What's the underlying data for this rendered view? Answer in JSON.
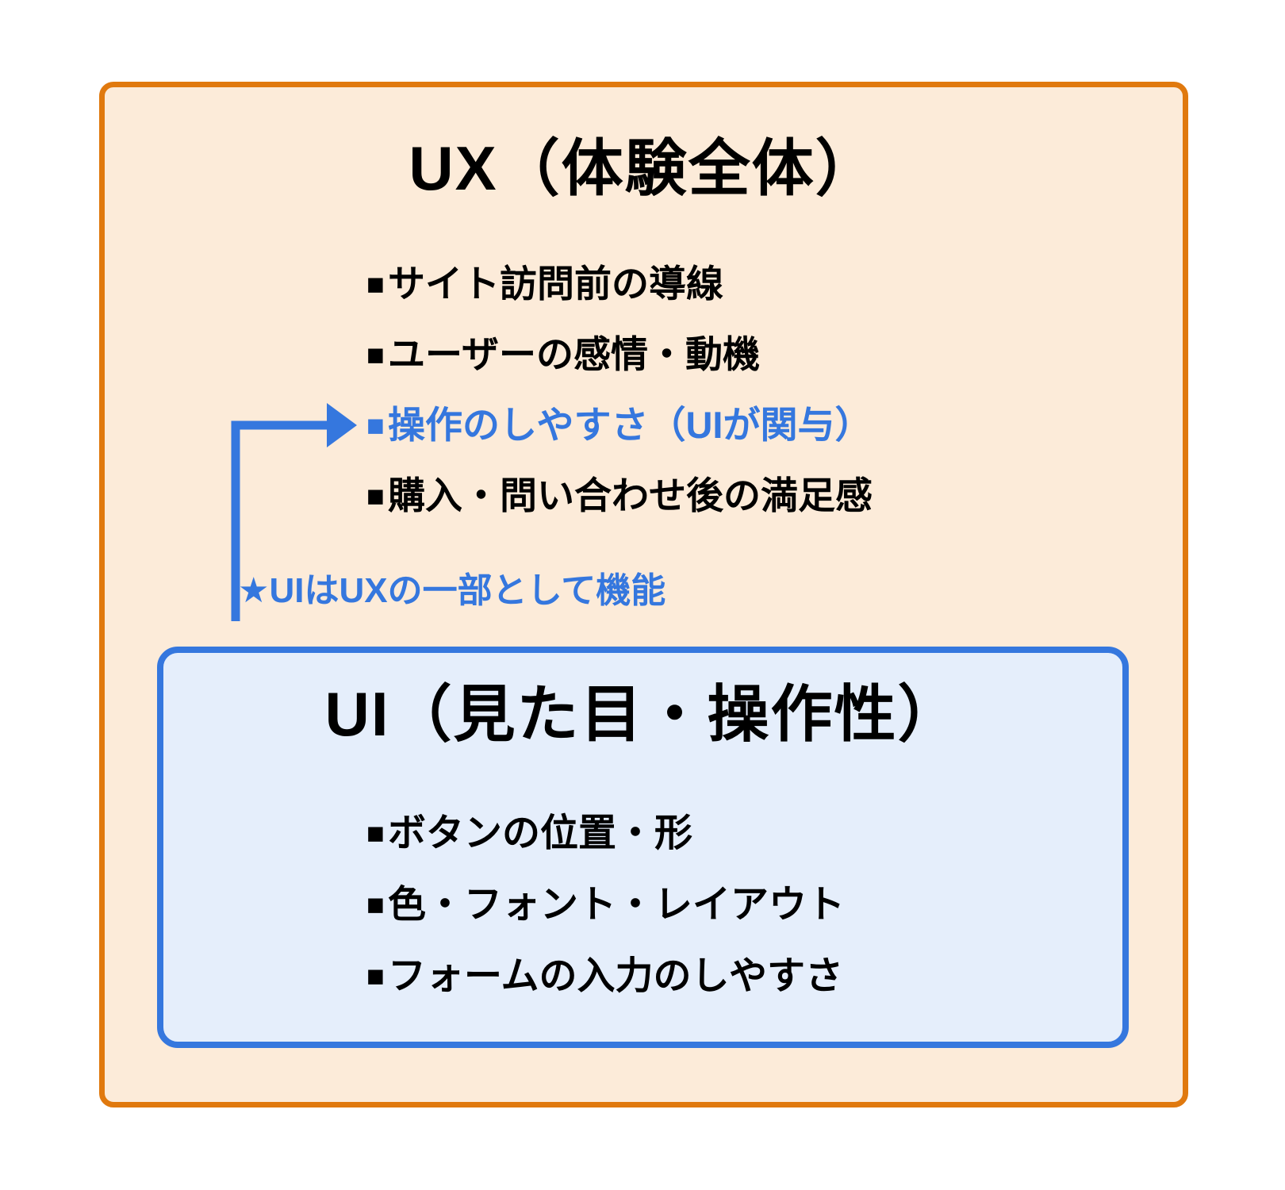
{
  "colors": {
    "page_background": "#ffffff",
    "accent_orange": "#E0790E",
    "accent_blue": "#3577DE",
    "ux_box_background": "#FCEBD9",
    "ui_box_background": "#E5EEFB",
    "text_black": "#000000"
  },
  "ux_box": {
    "title": "UX（体験全体）",
    "items": [
      {
        "marker": "■",
        "text": "サイト訪問前の導線",
        "highlight": false
      },
      {
        "marker": "■",
        "text": "ユーザーの感情・動機",
        "highlight": false
      },
      {
        "marker": "■",
        "text": "操作のしやすさ（UIが関与）",
        "highlight": true
      },
      {
        "marker": "■",
        "text": "購入・問い合わせ後の満足感",
        "highlight": false
      }
    ],
    "note": "★UIはUXの一部として機能"
  },
  "arrow": {
    "color": "#3577DE"
  },
  "ui_box": {
    "title": "UI（見た目・操作性）",
    "items": [
      {
        "marker": "■",
        "text": "ボタンの位置・形"
      },
      {
        "marker": "■",
        "text": "色・フォント・レイアウト"
      },
      {
        "marker": "■",
        "text": "フォームの入力のしやすさ"
      }
    ]
  }
}
